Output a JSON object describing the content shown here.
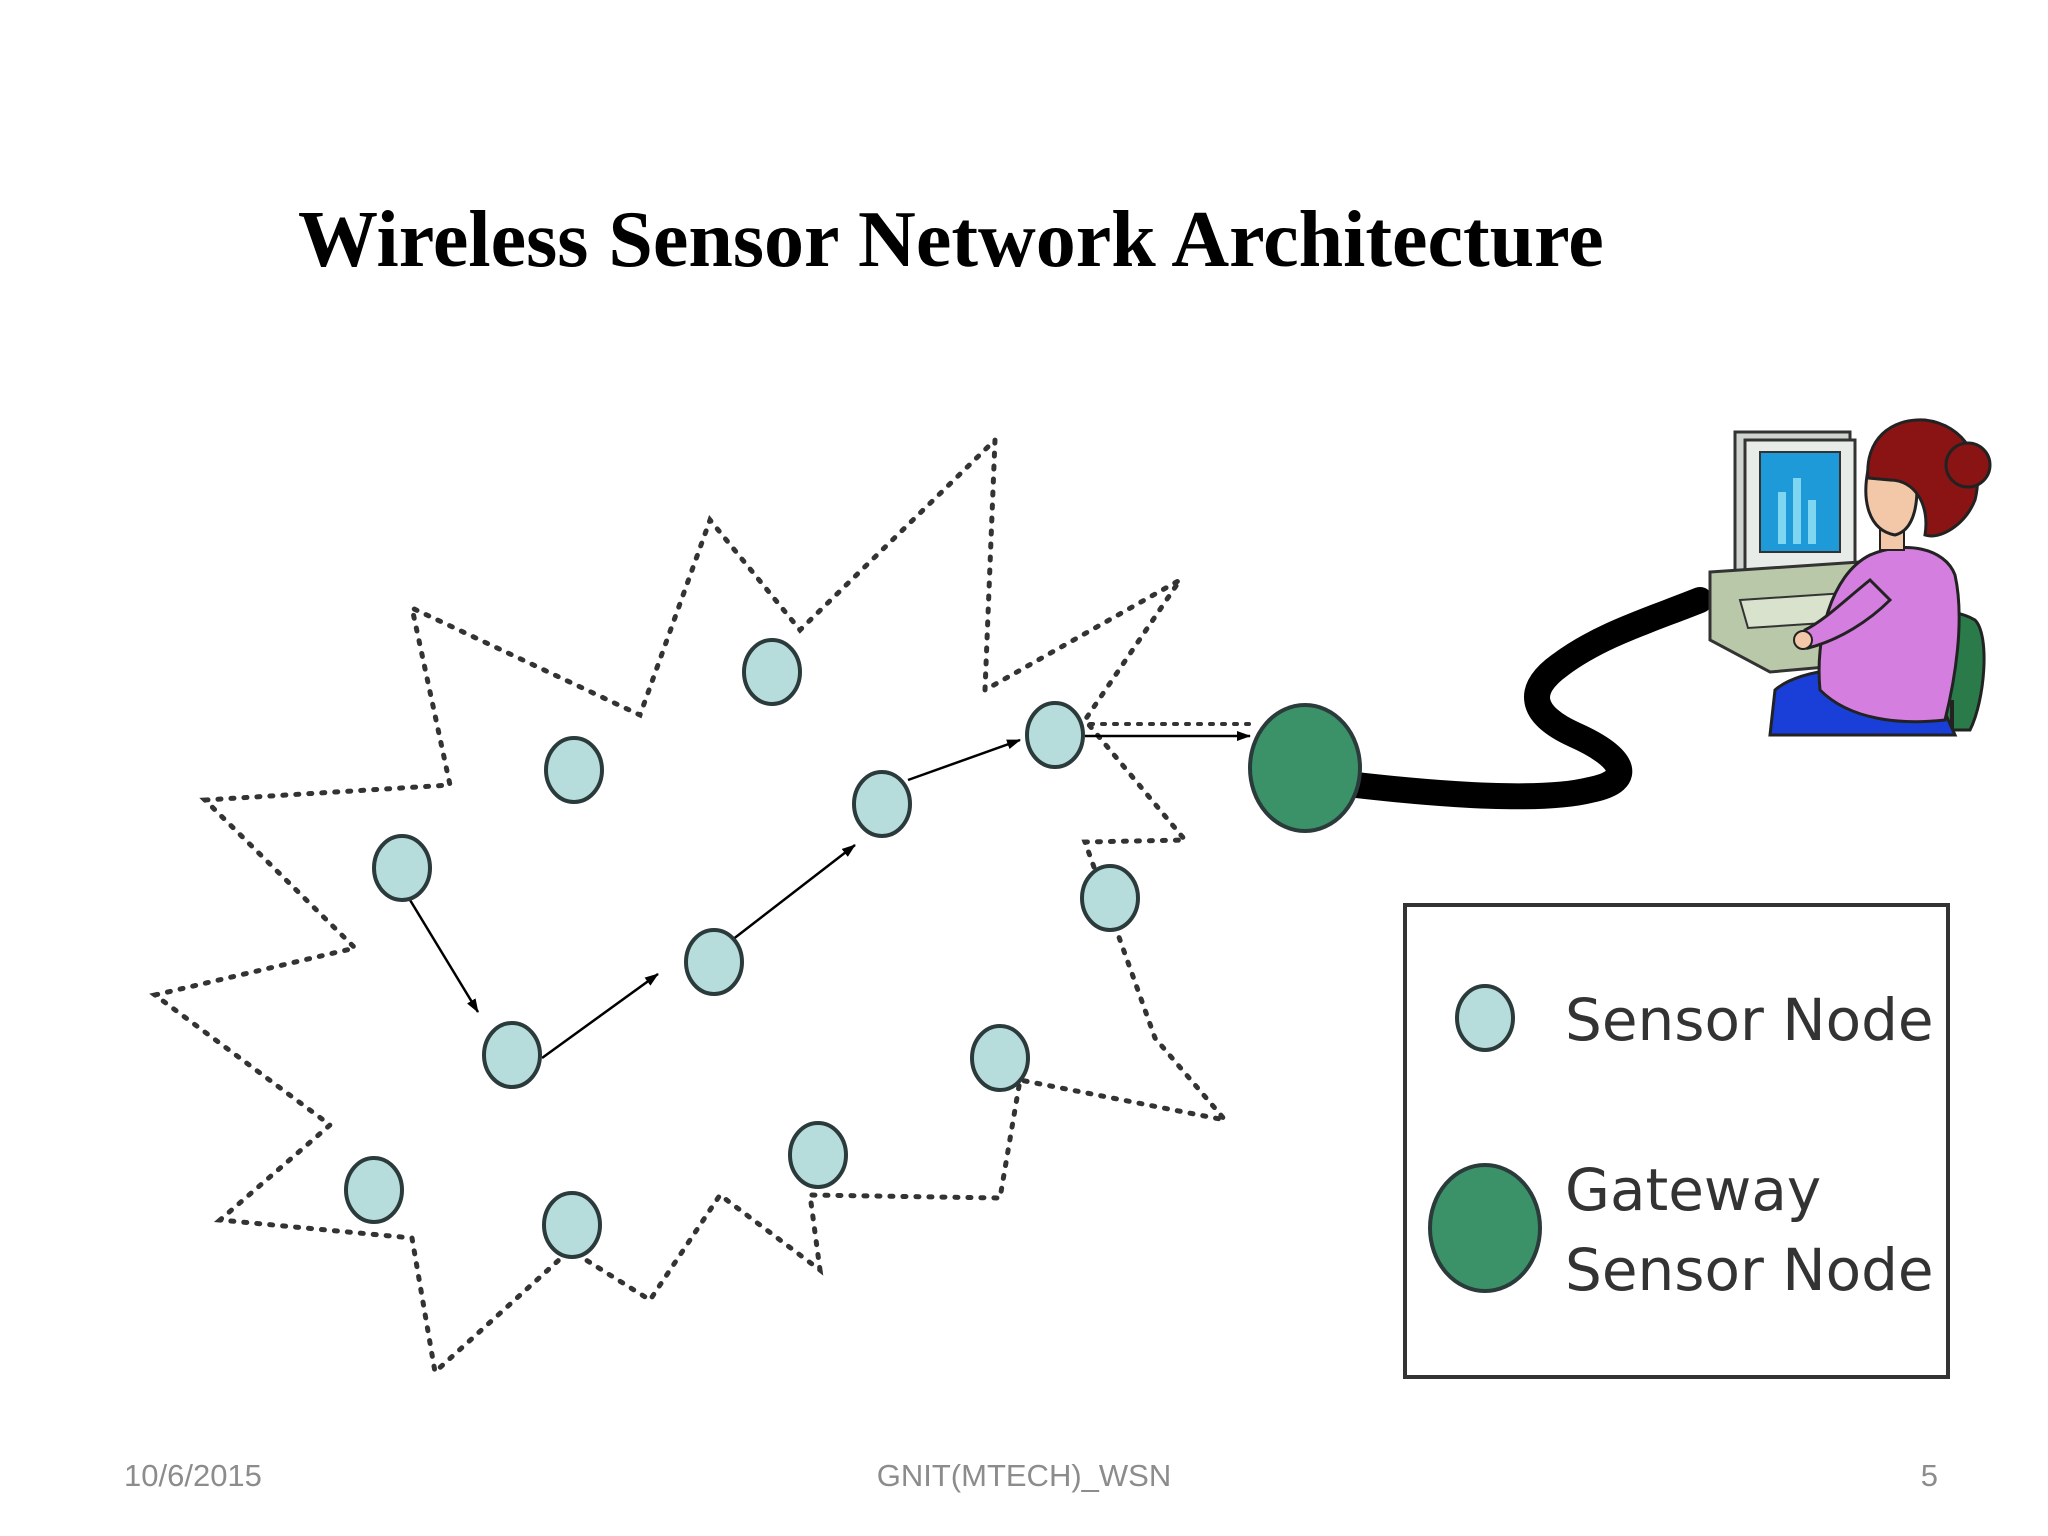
{
  "slide": {
    "title": "Wireless Sensor Network Architecture"
  },
  "legend": {
    "sensor_node": "Sensor Node",
    "gateway_line1": "Gateway",
    "gateway_line2": "Sensor Node"
  },
  "footer": {
    "date": "10/6/2015",
    "center": "GNIT(MTECH)_WSN",
    "page": "5"
  },
  "colors": {
    "sensor_node_fill": "#b7dcdc",
    "gateway_fill": "#3b9168",
    "node_stroke": "#2b3b3b",
    "user_hair": "#8a1414",
    "user_shirt": "#d47fe0",
    "chair": "#2a7a4a",
    "seat": "#1a3fd8"
  },
  "icons": {
    "user_at_computer": "person-at-computer-icon"
  }
}
